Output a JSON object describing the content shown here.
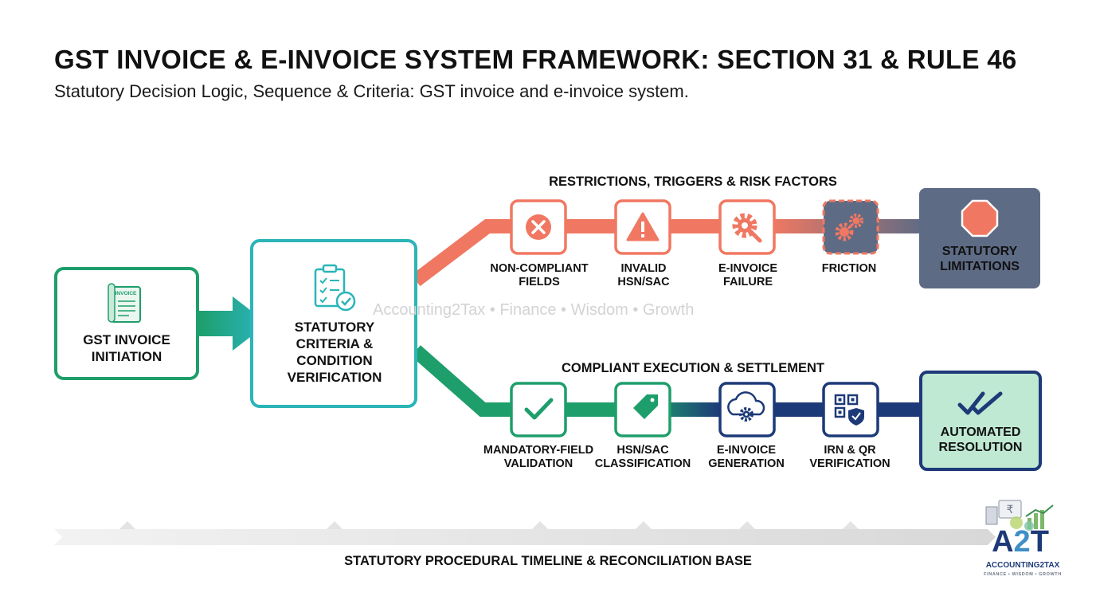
{
  "title": "GST INVOICE & E-INVOICE SYSTEM FRAMEWORK: SECTION 31 & RULE 46",
  "subtitle": "Statutory Decision Logic, Sequence & Criteria: GST invoice and e-invoice system.",
  "watermark": "Accounting2Tax • Finance • Wisdom • Growth",
  "start_box": {
    "icon_label": "INVOICE",
    "line1": "GST INVOICE",
    "line2": "INITIATION"
  },
  "verify_box": {
    "lines": [
      "STATUTORY",
      "CRITERIA &",
      "CONDITION",
      "VERIFICATION"
    ]
  },
  "risk_path": {
    "title": "RESTRICTIONS, TRIGGERS & RISK FACTORS",
    "nodes": [
      {
        "icon": "x-circle-icon",
        "lines": [
          "NON-COMPLIANT",
          "FIELDS"
        ]
      },
      {
        "icon": "warning-triangle-icon",
        "lines": [
          "INVALID",
          "HSN/SAC"
        ]
      },
      {
        "icon": "gear-wrench-icon",
        "lines": [
          "E-INVOICE",
          "FAILURE"
        ]
      },
      {
        "icon": "gears-icon",
        "lines": [
          "FRICTION"
        ]
      }
    ],
    "end": {
      "icon": "stop-octagon-icon",
      "lines": [
        "STATUTORY",
        "LIMITATIONS"
      ]
    }
  },
  "compliant_path": {
    "title": "COMPLIANT EXECUTION & SETTLEMENT",
    "nodes": [
      {
        "icon": "check-icon",
        "lines": [
          "MANDATORY-FIELD",
          "VALIDATION"
        ]
      },
      {
        "icon": "tag-icon",
        "lines": [
          "HSN/SAC",
          "CLASSIFICATION"
        ]
      },
      {
        "icon": "cloud-gear-icon",
        "lines": [
          "E-INVOICE",
          "GENERATION"
        ]
      },
      {
        "icon": "qr-shield-icon",
        "lines": [
          "IRN & QR",
          "VERIFICATION"
        ]
      }
    ],
    "end": {
      "icon": "double-check-icon",
      "lines": [
        "AUTOMATED",
        "RESOLUTION"
      ]
    }
  },
  "timeline": {
    "label": "STATUTORY PROCEDURAL TIMELINE & RECONCILIATION BASE"
  },
  "logo": {
    "mark_a": "A",
    "mark_2": "2",
    "mark_t": "T",
    "name": "ACCOUNTING2TAX",
    "tagline": "FINANCE • WISDOM • GROWTH"
  },
  "colors": {
    "green": "#1e9e6b",
    "teal": "#2bb5b8",
    "coral": "#f07862",
    "navy": "#1d3a78",
    "slate": "#6b7a93",
    "mint": "#bfe9d3"
  }
}
